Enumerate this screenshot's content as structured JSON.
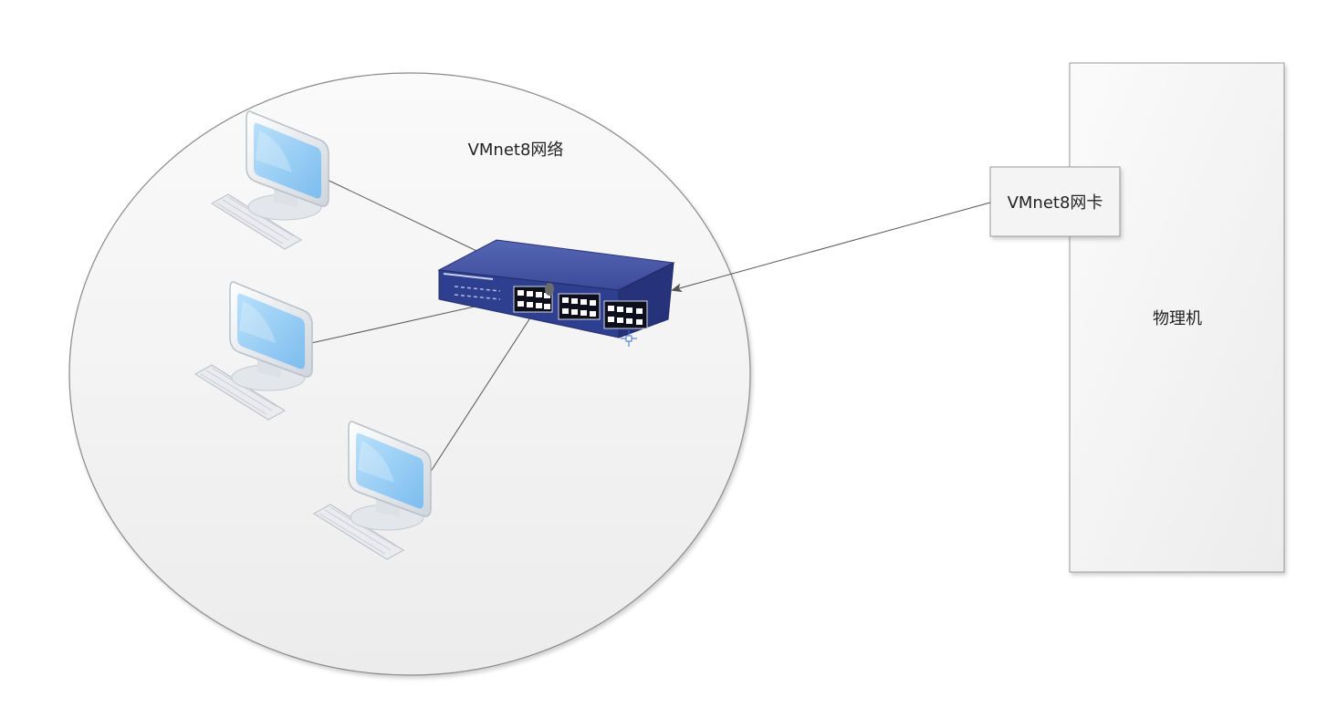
{
  "network_label": "VMnet8网络",
  "nic_label": "VMnet8网卡",
  "host_label": "物理机",
  "nodes": {
    "computers": [
      "computer-1",
      "computer-2",
      "computer-3"
    ],
    "switch": "network-switch-icon"
  },
  "colors": {
    "network_region_fill": "#f3f3f3",
    "network_region_stroke": "#8a8a8a",
    "host_fill": "#f4f4f4",
    "host_stroke": "#9a9a9a",
    "nic_fill": "#f2f2f2",
    "connector": "#555555",
    "switch_body": "#2f3f8f",
    "switch_top": "#4b5aa8",
    "monitor_screen": "#8cc9f2",
    "monitor_frame": "#e6e9ee"
  }
}
